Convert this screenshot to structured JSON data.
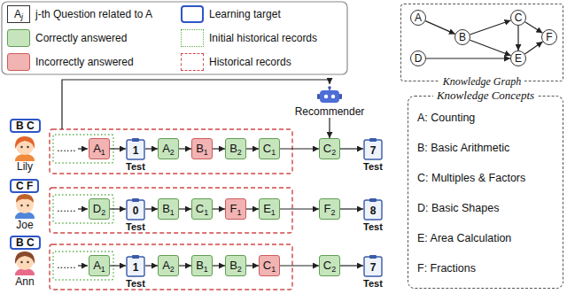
{
  "diagram": {
    "nodes": [
      {
        "text": [
          "Knowledge Graph"
        ]
      },
      {
        "text": [
          "A"
        ],
        "in": 0
      },
      {
        "text": [
          "B"
        ],
        "in": 0
      },
      {
        "text": [
          "C"
        ],
        "in": 0
      },
      {
        "text": [
          "D"
        ],
        "in": 0
      },
      {
        "text": [
          "E"
        ],
        "in": 0
      },
      {
        "text": [
          "F"
        ],
        "in": 0
      },
      {
        "text": [
          "Knowledge Concepts",
          "A: Counting",
          "B: Basic Arithmetic",
          "C: Multiples & Factors",
          "D: Basic Shapes",
          "E: Area Calculation",
          "F: Fractions"
        ]
      },
      {
        "text": [
          "Recommender"
        ]
      },
      {
        "text": [
          "B C"
        ]
      },
      {
        "text": [
          "A",
          "1"
        ]
      },
      {
        "text": [
          "1",
          "Test"
        ]
      },
      {
        "text": [
          "A",
          "2"
        ]
      },
      {
        "text": [
          "B",
          "1"
        ]
      },
      {
        "text": [
          "B",
          "2"
        ]
      },
      {
        "text": [
          "C",
          "1"
        ]
      },
      {
        "text": [
          "C",
          "2"
        ]
      },
      {
        "text": [
          "7",
          "Test"
        ]
      },
      {
        "text": [
          "C F"
        ]
      },
      {
        "text": [
          "D",
          "2"
        ]
      },
      {
        "text": [
          "0",
          "Test"
        ]
      },
      {
        "text": [
          "B",
          "1"
        ]
      },
      {
        "text": [
          "C",
          "1"
        ]
      },
      {
        "text": [
          "F",
          "1"
        ]
      },
      {
        "text": [
          "E",
          "1"
        ]
      },
      {
        "text": [
          "F",
          "2"
        ]
      },
      {
        "text": [
          "8",
          "Test"
        ]
      },
      {
        "text": [
          "B C"
        ]
      },
      {
        "text": [
          "A",
          "1"
        ]
      },
      {
        "text": [
          "1",
          "Test"
        ]
      },
      {
        "text": [
          "A",
          "2"
        ]
      },
      {
        "text": [
          "B",
          "1"
        ]
      },
      {
        "text": [
          "B",
          "2"
        ]
      },
      {
        "text": [
          "C",
          "1"
        ]
      },
      {
        "text": [
          "C",
          "2"
        ]
      },
      {
        "text": [
          "7",
          "Test"
        ]
      }
    ],
    "edges": [
      {
        "from": 1,
        "to": 2,
        "arrow": "to"
      },
      {
        "from": 2,
        "to": 3,
        "arrow": "to"
      },
      {
        "from": 2,
        "to": 5,
        "arrow": "to"
      },
      {
        "from": 3,
        "to": 5,
        "arrow": "to"
      },
      {
        "from": 3,
        "to": 6,
        "arrow": "to"
      },
      {
        "from": 4,
        "to": 5,
        "arrow": "to"
      },
      {
        "from": 5,
        "to": 6,
        "arrow": "to"
      },
      {
        "from": 8,
        "to": 16,
        "arrow": "to"
      },
      {
        "from": 10,
        "to": 11,
        "arrow": "to"
      },
      {
        "from": 11,
        "to": 12,
        "arrow": "to"
      },
      {
        "from": 12,
        "to": 13,
        "arrow": "to"
      },
      {
        "from": 13,
        "to": 14,
        "arrow": "to"
      },
      {
        "from": 14,
        "to": 15,
        "arrow": "to"
      },
      {
        "from": 15,
        "to": 16,
        "arrow": "to"
      },
      {
        "from": 16,
        "to": 17,
        "arrow": "to"
      },
      {
        "from": 19,
        "to": 20,
        "arrow": "to"
      },
      {
        "from": 20,
        "to": 21,
        "arrow": "to"
      },
      {
        "from": 21,
        "to": 22,
        "arrow": "to"
      },
      {
        "from": 22,
        "to": 23,
        "arrow": "to"
      },
      {
        "from": 23,
        "to": 24,
        "arrow": "to"
      },
      {
        "from": 24,
        "to": 25,
        "arrow": "to"
      },
      {
        "from": 25,
        "to": 26,
        "arrow": "to"
      },
      {
        "from": 28,
        "to": 29,
        "arrow": "to"
      },
      {
        "from": 29,
        "to": 30,
        "arrow": "to"
      },
      {
        "from": 30,
        "to": 31,
        "arrow": "to"
      },
      {
        "from": 31,
        "to": 32,
        "arrow": "to"
      },
      {
        "from": 32,
        "to": 33,
        "arrow": "to"
      },
      {
        "from": 33,
        "to": 34,
        "arrow": "to"
      },
      {
        "from": 34,
        "to": 35,
        "arrow": "to"
      }
    ],
    "labels": [
      "A",
      "j",
      "......",
      "Lily",
      "......",
      "Joe",
      "......",
      "Ann"
    ],
    "legend": [
      {
        "text": "j-th Question related to A"
      },
      {
        "text": "Learning target"
      },
      {
        "text": "Correctly answered",
        "color": "#c6e5bd"
      },
      {
        "text": "Initial historical records"
      },
      {
        "text": "Incorrectly answered",
        "color": "#f2b3b3"
      },
      {
        "text": "Historical records"
      }
    ]
  }
}
